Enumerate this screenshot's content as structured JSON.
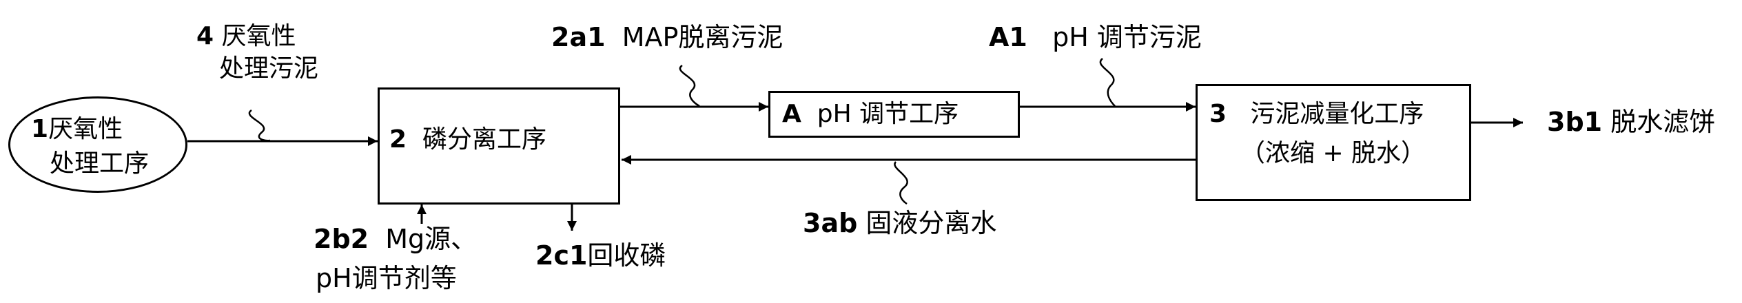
{
  "nodes": {
    "n1": {
      "num": "1",
      "line1": "厌氧性",
      "line2": "处理工序"
    },
    "n2": {
      "num": "2",
      "text": "磷分离工序"
    },
    "nA": {
      "num": "A",
      "text": "pH 调节工序"
    },
    "n3": {
      "num": "3",
      "line1": "污泥减量化工序",
      "line2": "（浓缩 + 脱水）"
    }
  },
  "streams": {
    "s4": {
      "num": "4",
      "line1": "厌氧性",
      "line2": "处理污泥"
    },
    "s2a1": {
      "num": "2a1",
      "text": "MAP脱离污泥"
    },
    "sA1": {
      "num": "A1",
      "text": "pH 调节污泥"
    },
    "s3b1": {
      "num": "3b1",
      "text": "脱水滤饼"
    },
    "s2b2": {
      "num": "2b2",
      "line1": "Mg源、",
      "line2": "pH调节剂等"
    },
    "s2c1": {
      "num": "2c1",
      "text": "回收磷"
    },
    "s3ab": {
      "num": "3ab",
      "text": "固液分离水"
    }
  }
}
